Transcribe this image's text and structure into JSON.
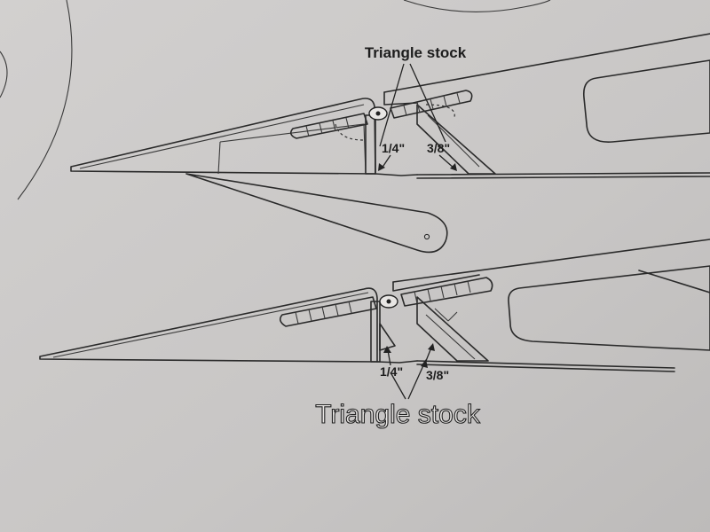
{
  "colors": {
    "paper": "#c9c7c6",
    "ink": "#2a2a2a"
  },
  "top_diagram": {
    "callout": "Triangle stock",
    "dim_left": "1/4\"",
    "dim_right": "3/8\""
  },
  "bottom_diagram": {
    "callout": "Triangle stock",
    "dim_left": "1/4\"",
    "dim_right": "3/8\""
  }
}
